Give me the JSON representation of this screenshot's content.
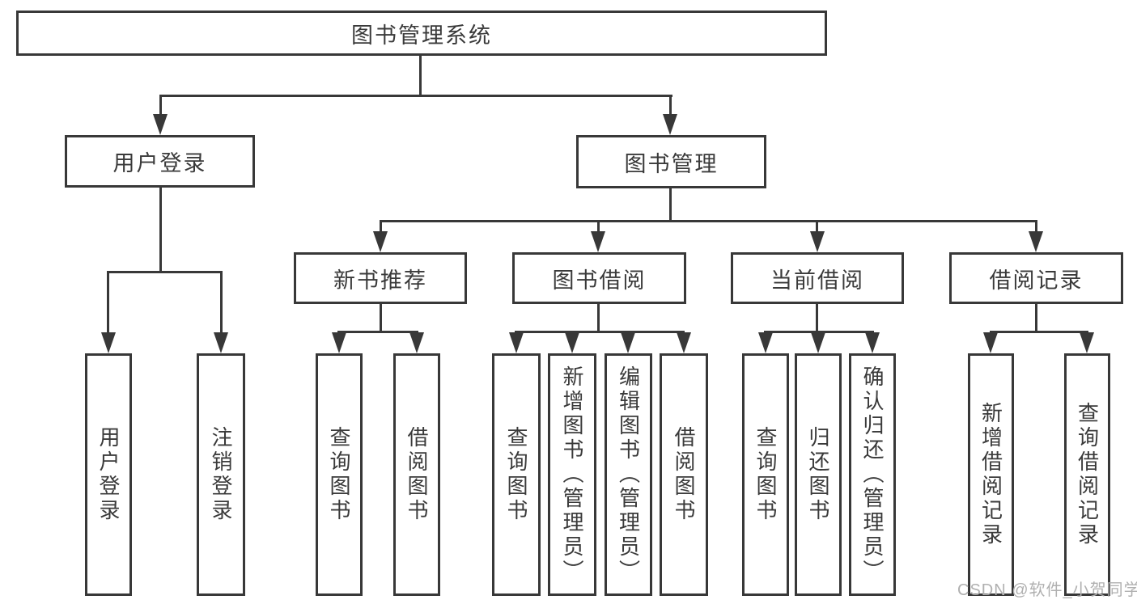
{
  "tree": {
    "label": "图书管理系统",
    "children": [
      {
        "label": "用户登录",
        "children": [
          {
            "label": "用户登录"
          },
          {
            "label": "注销登录"
          }
        ]
      },
      {
        "label": "图书管理",
        "children": [
          {
            "label": "新书推荐",
            "children": [
              {
                "label": "查询图书"
              },
              {
                "label": "借阅图书"
              }
            ]
          },
          {
            "label": "图书借阅",
            "children": [
              {
                "label": "查询图书"
              },
              {
                "label": "新增图书（管理员）"
              },
              {
                "label": "编辑图书（管理员）"
              },
              {
                "label": "借阅图书"
              }
            ]
          },
          {
            "label": "当前借阅",
            "children": [
              {
                "label": "查询图书"
              },
              {
                "label": "归还图书"
              },
              {
                "label": "确认归还（管理员）"
              }
            ]
          },
          {
            "label": "借阅记录",
            "children": [
              {
                "label": "新增借阅记录"
              },
              {
                "label": "查询借阅记录"
              }
            ]
          }
        ]
      }
    ]
  },
  "watermark": {
    "text": "CSDN @软件_小贺同学"
  },
  "colors": {
    "line": "#383838",
    "text": "#3a3a3a",
    "background": "#ffffff",
    "watermark": "#b0b0b0"
  }
}
